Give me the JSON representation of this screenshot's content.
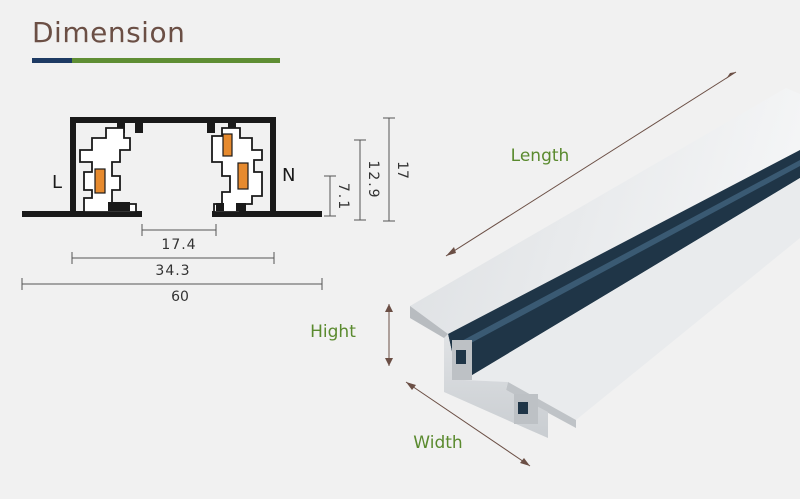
{
  "title": "Dimension",
  "colors": {
    "title_text": "#6b4f45",
    "navy": "#1d3a63",
    "green": "#5f8e34",
    "label_green": "#5a8a2e",
    "dim_line": "#555555",
    "orange": "#e68a2e",
    "rail_dark": "#1f3547",
    "aluminum": "#d9dcdf"
  },
  "cross_section": {
    "left_label": "L",
    "right_label": "N",
    "dims": {
      "inner_opening": "17.4",
      "body_width": "34.3",
      "flange_width": "60",
      "height_total": "17",
      "height_body": "12.9",
      "height_lower": "7.1"
    }
  },
  "product": {
    "length_label": "Length",
    "height_label": "Hight",
    "width_label": "Width"
  }
}
